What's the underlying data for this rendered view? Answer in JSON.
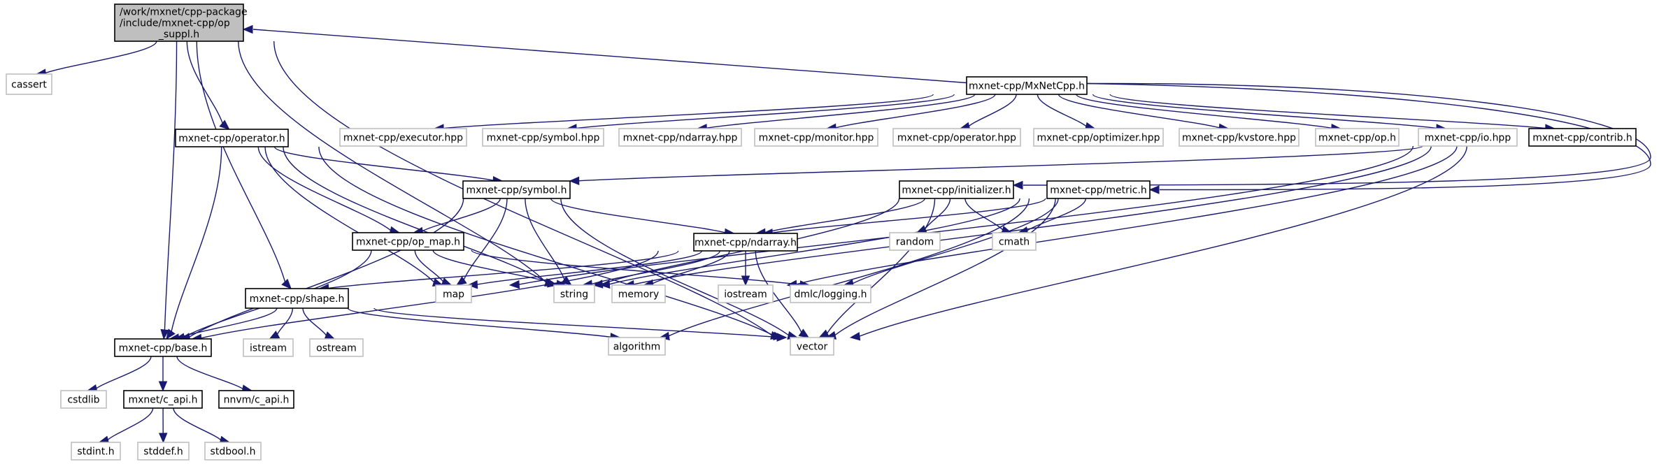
{
  "diagram": {
    "type": "include-dependency-graph",
    "edge_color": "#191970",
    "root_fill": "#bfbfbf",
    "documented_border": "#000000",
    "external_border": "#bfbfbf",
    "nodes": [
      {
        "id": "op_suppl",
        "label": "/work/mxnet/cpp-package\n/include/mxnet-cpp/op\n_suppl.h",
        "kind": "root"
      },
      {
        "id": "cassert",
        "label": "cassert",
        "kind": "ext"
      },
      {
        "id": "mxnetcpp",
        "label": "mxnet-cpp/MxNetCpp.h",
        "kind": "doc"
      },
      {
        "id": "operator_h",
        "label": "mxnet-cpp/operator.h",
        "kind": "doc"
      },
      {
        "id": "executor_hpp",
        "label": "mxnet-cpp/executor.hpp",
        "kind": "ext"
      },
      {
        "id": "symbol_hpp",
        "label": "mxnet-cpp/symbol.hpp",
        "kind": "ext"
      },
      {
        "id": "ndarray_hpp",
        "label": "mxnet-cpp/ndarray.hpp",
        "kind": "ext"
      },
      {
        "id": "monitor_hpp",
        "label": "mxnet-cpp/monitor.hpp",
        "kind": "ext"
      },
      {
        "id": "operator_hpp",
        "label": "mxnet-cpp/operator.hpp",
        "kind": "ext"
      },
      {
        "id": "optimizer_hpp",
        "label": "mxnet-cpp/optimizer.hpp",
        "kind": "ext"
      },
      {
        "id": "kvstore_hpp",
        "label": "mxnet-cpp/kvstore.hpp",
        "kind": "ext"
      },
      {
        "id": "op_h",
        "label": "mxnet-cpp/op.h",
        "kind": "ext"
      },
      {
        "id": "io_hpp",
        "label": "mxnet-cpp/io.hpp",
        "kind": "ext"
      },
      {
        "id": "contrib",
        "label": "mxnet-cpp/contrib.h",
        "kind": "doc"
      },
      {
        "id": "symbol_h",
        "label": "mxnet-cpp/symbol.h",
        "kind": "doc"
      },
      {
        "id": "initializer",
        "label": "mxnet-cpp/initializer.h",
        "kind": "doc"
      },
      {
        "id": "metric",
        "label": "mxnet-cpp/metric.h",
        "kind": "doc"
      },
      {
        "id": "op_map",
        "label": "mxnet-cpp/op_map.h",
        "kind": "doc"
      },
      {
        "id": "ndarray_h",
        "label": "mxnet-cpp/ndarray.h",
        "kind": "doc"
      },
      {
        "id": "random",
        "label": "random",
        "kind": "ext"
      },
      {
        "id": "cmath",
        "label": "cmath",
        "kind": "ext"
      },
      {
        "id": "shape",
        "label": "mxnet-cpp/shape.h",
        "kind": "doc"
      },
      {
        "id": "map",
        "label": "map",
        "kind": "ext"
      },
      {
        "id": "string",
        "label": "string",
        "kind": "ext"
      },
      {
        "id": "memory",
        "label": "memory",
        "kind": "ext"
      },
      {
        "id": "iostream",
        "label": "iostream",
        "kind": "ext"
      },
      {
        "id": "logging",
        "label": "dmlc/logging.h",
        "kind": "ext"
      },
      {
        "id": "base",
        "label": "mxnet-cpp/base.h",
        "kind": "doc"
      },
      {
        "id": "istream",
        "label": "istream",
        "kind": "ext"
      },
      {
        "id": "ostream",
        "label": "ostream",
        "kind": "ext"
      },
      {
        "id": "algorithm",
        "label": "algorithm",
        "kind": "ext"
      },
      {
        "id": "vector",
        "label": "vector",
        "kind": "ext"
      },
      {
        "id": "cstdlib",
        "label": "cstdlib",
        "kind": "ext"
      },
      {
        "id": "mxnet_c_api",
        "label": "mxnet/c_api.h",
        "kind": "doc"
      },
      {
        "id": "nnvm_c_api",
        "label": "nnvm/c_api.h",
        "kind": "doc"
      },
      {
        "id": "stdint",
        "label": "stdint.h",
        "kind": "ext"
      },
      {
        "id": "stddef",
        "label": "stddef.h",
        "kind": "ext"
      },
      {
        "id": "stdbool",
        "label": "stdbool.h",
        "kind": "ext"
      }
    ],
    "edges": [
      [
        "op_suppl",
        "cassert"
      ],
      [
        "op_suppl",
        "operator_h"
      ],
      [
        "op_suppl",
        "string"
      ],
      [
        "op_suppl",
        "vector"
      ],
      [
        "op_suppl",
        "shape"
      ],
      [
        "op_suppl",
        "base"
      ],
      [
        "mxnetcpp",
        "op_suppl"
      ],
      [
        "mxnetcpp",
        "executor_hpp"
      ],
      [
        "mxnetcpp",
        "symbol_hpp"
      ],
      [
        "mxnetcpp",
        "ndarray_hpp"
      ],
      [
        "mxnetcpp",
        "monitor_hpp"
      ],
      [
        "mxnetcpp",
        "operator_hpp"
      ],
      [
        "mxnetcpp",
        "optimizer_hpp"
      ],
      [
        "mxnetcpp",
        "kvstore_hpp"
      ],
      [
        "mxnetcpp",
        "op_h"
      ],
      [
        "mxnetcpp",
        "io_hpp"
      ],
      [
        "mxnetcpp",
        "contrib"
      ],
      [
        "mxnetcpp",
        "initializer"
      ],
      [
        "mxnetcpp",
        "metric"
      ],
      [
        "operator_h",
        "symbol_h"
      ],
      [
        "operator_h",
        "op_map"
      ],
      [
        "operator_h",
        "map"
      ],
      [
        "operator_h",
        "string"
      ],
      [
        "operator_h",
        "vector"
      ],
      [
        "operator_h",
        "base"
      ],
      [
        "contrib",
        "symbol_h"
      ],
      [
        "contrib",
        "string"
      ],
      [
        "contrib",
        "iostream"
      ],
      [
        "contrib",
        "vector"
      ],
      [
        "contrib",
        "map"
      ],
      [
        "symbol_h",
        "op_map"
      ],
      [
        "symbol_h",
        "ndarray_h"
      ],
      [
        "symbol_h",
        "map"
      ],
      [
        "symbol_h",
        "string"
      ],
      [
        "symbol_h",
        "vector"
      ],
      [
        "symbol_h",
        "base"
      ],
      [
        "initializer",
        "ndarray_h"
      ],
      [
        "initializer",
        "random"
      ],
      [
        "initializer",
        "cmath"
      ],
      [
        "initializer",
        "string"
      ],
      [
        "initializer",
        "vector"
      ],
      [
        "metric",
        "ndarray_h"
      ],
      [
        "metric",
        "cmath"
      ],
      [
        "metric",
        "string"
      ],
      [
        "metric",
        "logging"
      ],
      [
        "metric",
        "algorithm"
      ],
      [
        "metric",
        "vector"
      ],
      [
        "op_map",
        "map"
      ],
      [
        "op_map",
        "string"
      ],
      [
        "op_map",
        "logging"
      ],
      [
        "op_map",
        "base"
      ],
      [
        "ndarray_h",
        "shape"
      ],
      [
        "ndarray_h",
        "map"
      ],
      [
        "ndarray_h",
        "string"
      ],
      [
        "ndarray_h",
        "memory"
      ],
      [
        "ndarray_h",
        "iostream"
      ],
      [
        "ndarray_h",
        "vector"
      ],
      [
        "ndarray_h",
        "base"
      ],
      [
        "shape",
        "istream"
      ],
      [
        "shape",
        "ostream"
      ],
      [
        "shape",
        "algorithm"
      ],
      [
        "shape",
        "vector"
      ],
      [
        "shape",
        "base"
      ],
      [
        "base",
        "cstdlib"
      ],
      [
        "base",
        "mxnet_c_api"
      ],
      [
        "base",
        "nnvm_c_api"
      ],
      [
        "mxnet_c_api",
        "stdint"
      ],
      [
        "mxnet_c_api",
        "stddef"
      ],
      [
        "mxnet_c_api",
        "stdbool"
      ]
    ]
  }
}
